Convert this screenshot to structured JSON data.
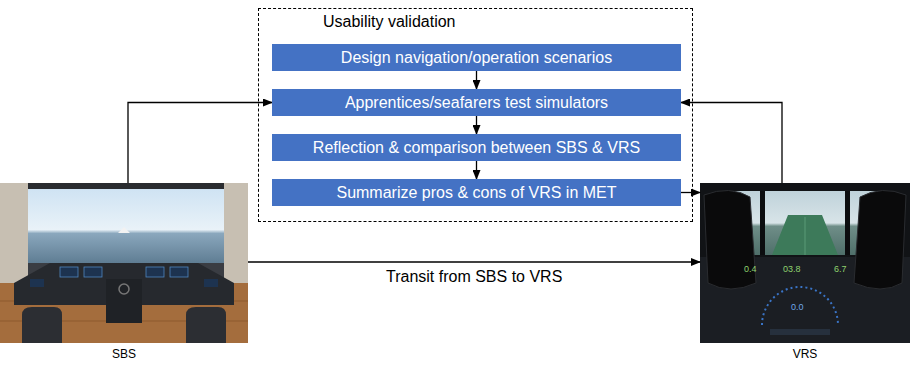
{
  "diagram": {
    "nodes": [
      {
        "text": [
          "Usability validation"
        ]
      },
      {
        "text": [
          "Design navigation/operation scenarios"
        ],
        "in": 0
      },
      {
        "text": [
          "Apprentices/seafarers test simulators"
        ],
        "in": 0
      },
      {
        "text": [
          "Reflection & comparison between SBS & VRS"
        ],
        "in": 0
      },
      {
        "text": [
          "Summarize pros & cons of VRS in MET"
        ],
        "in": 0
      },
      {
        "text": [
          "SBS"
        ]
      },
      {
        "text": [
          "VRS"
        ]
      }
    ],
    "edges": [
      {
        "from": 1,
        "to": 2,
        "arrow": "to"
      },
      {
        "from": 2,
        "to": 3,
        "arrow": "to"
      },
      {
        "from": 3,
        "to": 4,
        "arrow": "to"
      },
      {
        "from": 5,
        "to": 2,
        "arrow": "to"
      },
      {
        "from": 6,
        "to": 2,
        "arrow": "to"
      },
      {
        "from": 4,
        "to": 6,
        "arrow": "to"
      },
      {
        "from": 5,
        "to": 6,
        "label": "Transit from SBS to VRS",
        "arrow": "to"
      }
    ],
    "labels": [
      "0.4",
      "03.8",
      "6.7",
      "0.0"
    ]
  }
}
